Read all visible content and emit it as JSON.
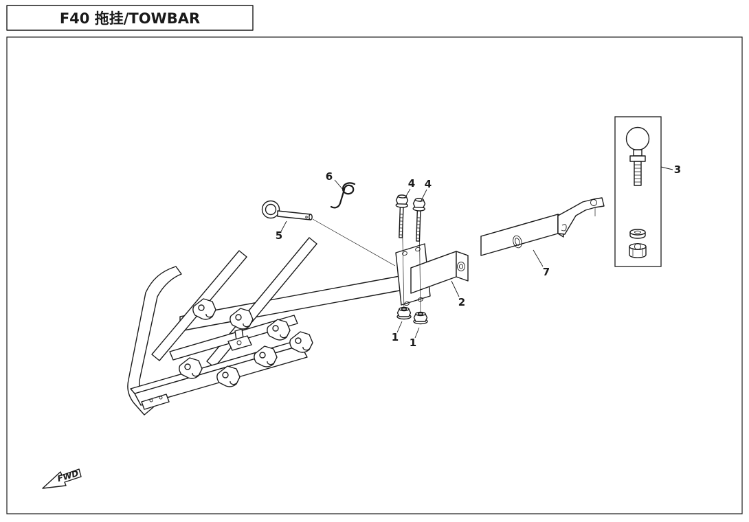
{
  "page": {
    "title": "F40 拖挂/TOWBAR",
    "fwd_label": "FWD",
    "background_color": "#ffffff",
    "line_color": "#1a1a1a"
  },
  "callouts": [
    "6",
    "5",
    "4",
    "4",
    "2",
    "1",
    "1",
    "7",
    "3"
  ]
}
